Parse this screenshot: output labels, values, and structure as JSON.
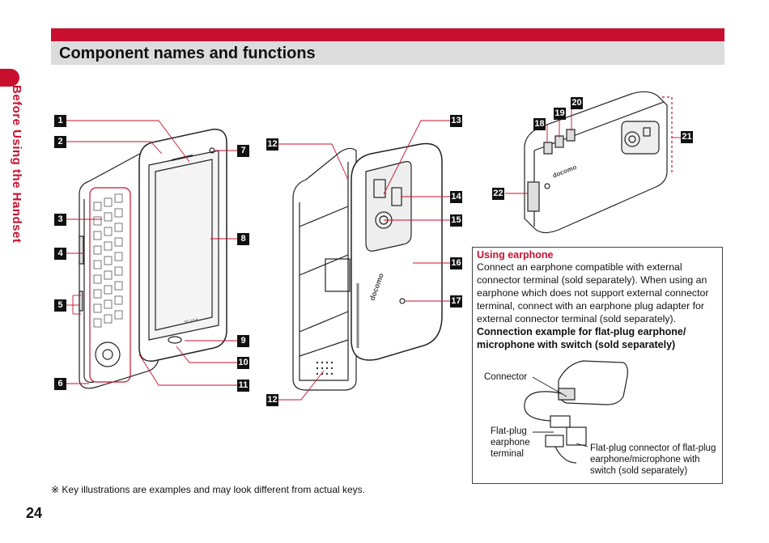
{
  "header": {
    "title": "Component names and functions"
  },
  "side_tab": {
    "label": "Before Using the Handset"
  },
  "page_number": "24",
  "callouts": [
    "1",
    "2",
    "3",
    "4",
    "5",
    "6",
    "7",
    "8",
    "9",
    "10",
    "11",
    "12",
    "12",
    "13",
    "14",
    "15",
    "16",
    "17",
    "18",
    "19",
    "20",
    "21",
    "22"
  ],
  "earphone_box": {
    "heading": "Using earphone",
    "text": "Connect an earphone compatible with external connector terminal (sold separately). When using an earphone which does not support external connector terminal, connect with an earphone plug adapter for external connector terminal (sold separately).",
    "subheading": "Connection example for flat-plug earphone/ microphone with switch (sold separately)",
    "labels": {
      "connector": "Connector",
      "flat_plug_terminal": "Flat-plug earphone terminal",
      "flat_plug_connector": "Flat-plug connector of flat-plug earphone/microphone with switch (sold separately)"
    }
  },
  "footnote": "※ Key illustrations are examples and may look different from actual keys.",
  "device_text": {
    "brand": "docomo",
    "model": "SC-01A"
  }
}
